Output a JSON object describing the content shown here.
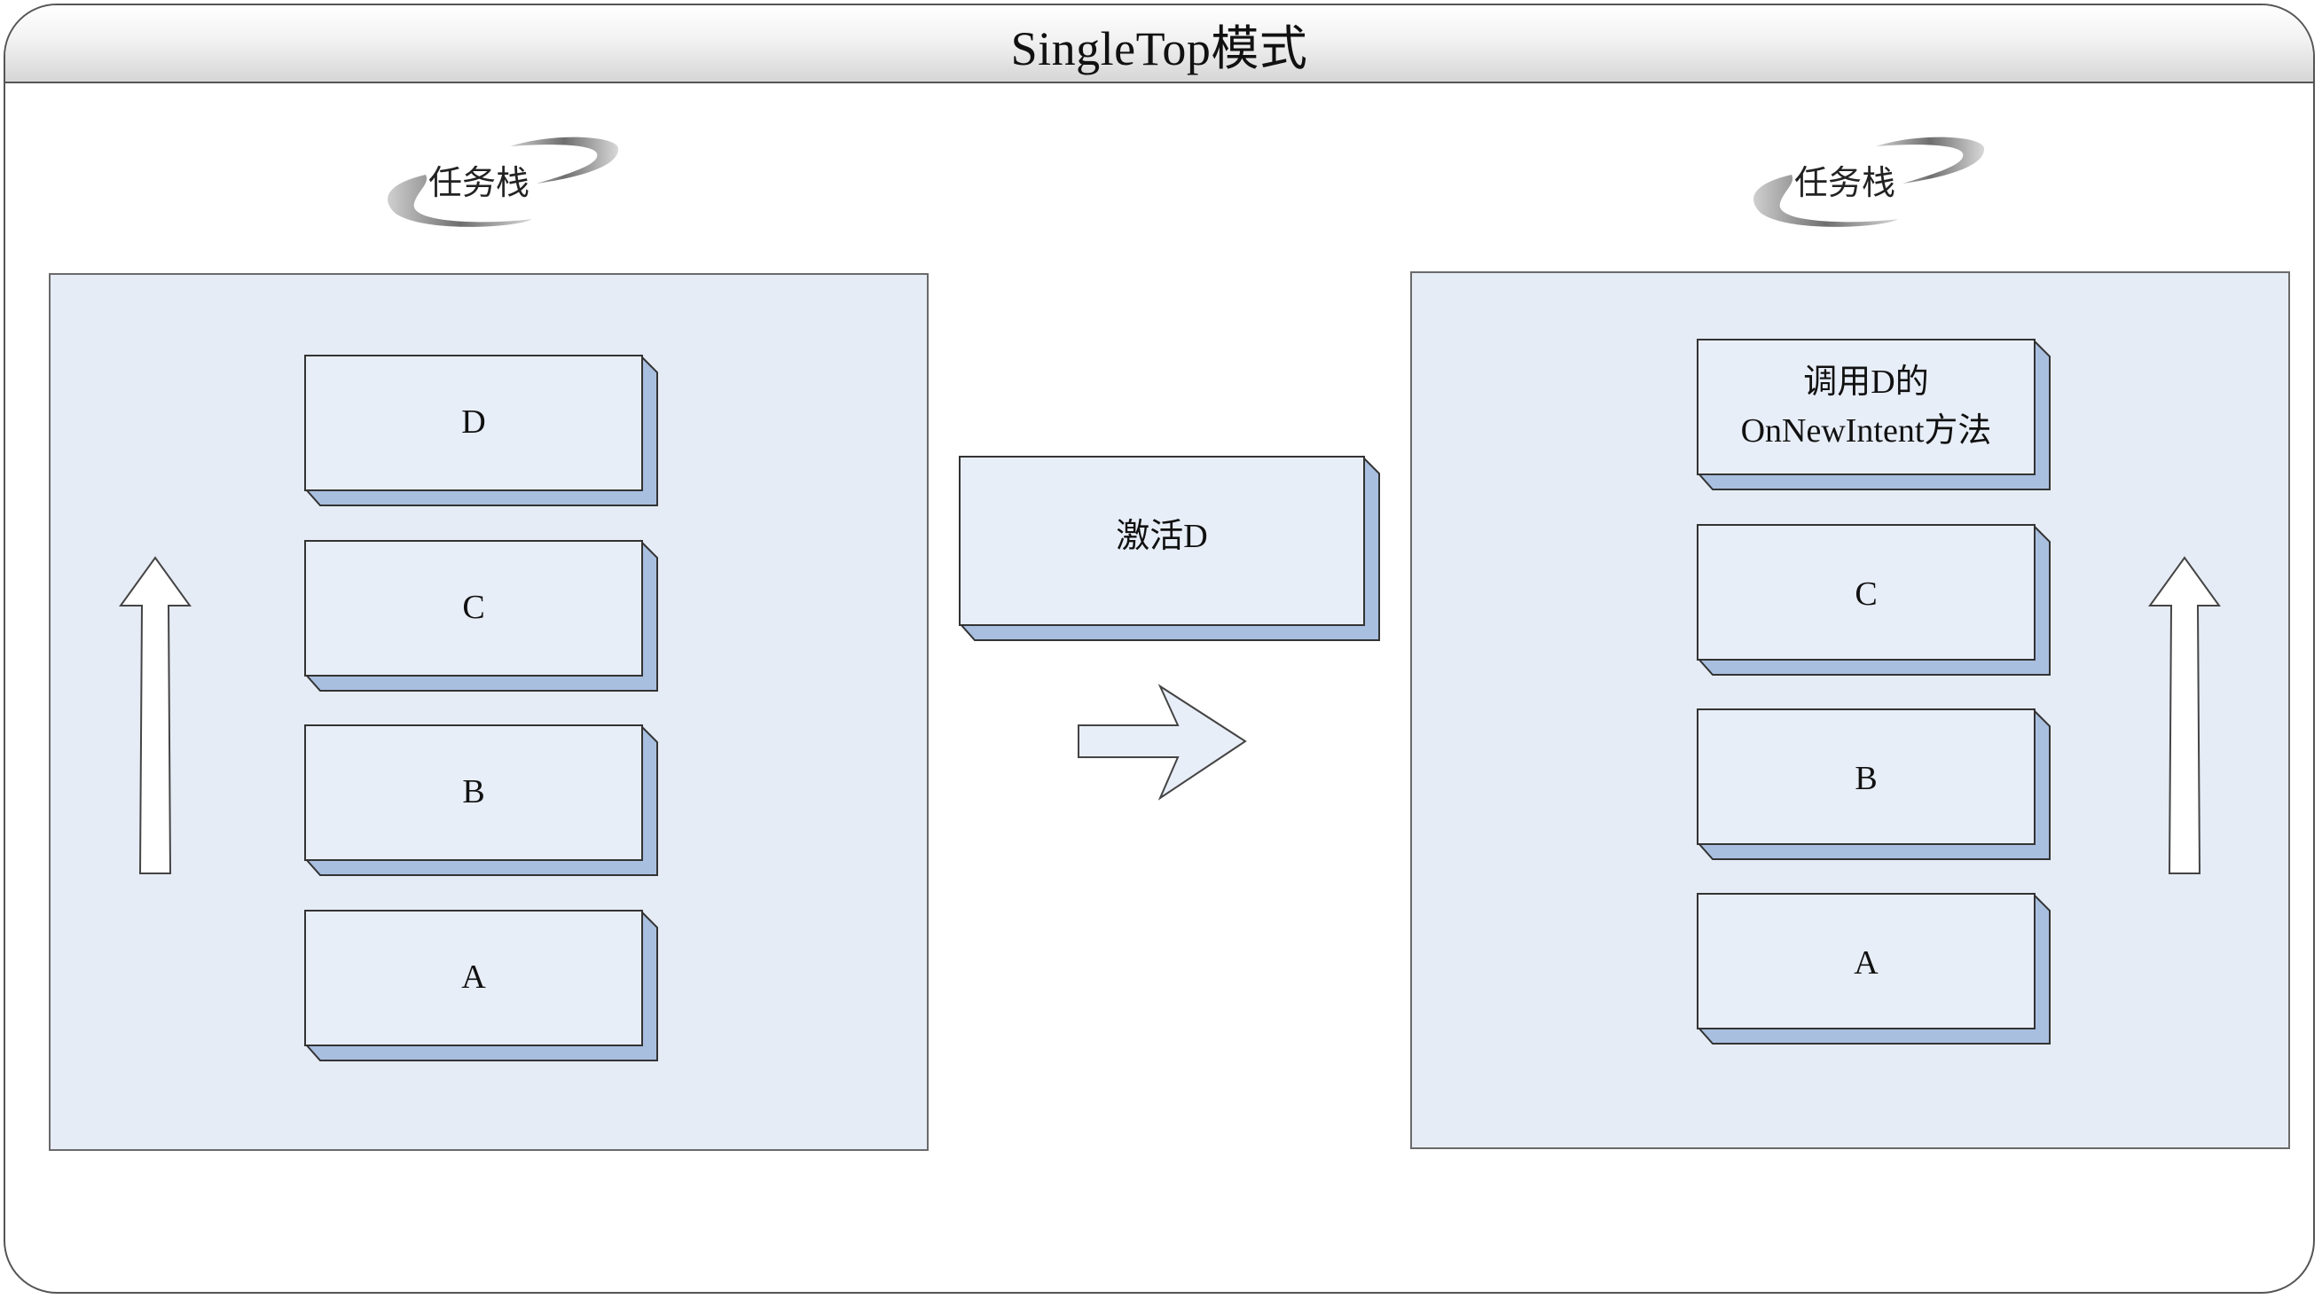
{
  "title": "SingleTop模式",
  "left_stack": {
    "label": "任务栈",
    "items": [
      "D",
      "C",
      "B",
      "A"
    ]
  },
  "action": {
    "label": "激活D"
  },
  "right_stack": {
    "label": "任务栈",
    "top_item": "调用D的\nOnNewIntent方法",
    "items": [
      "C",
      "B",
      "A"
    ]
  },
  "colors": {
    "panel": "#e6ecf6",
    "block_face": "#e8eef8",
    "block_side": "#a9bfe0",
    "outline": "#333333"
  }
}
